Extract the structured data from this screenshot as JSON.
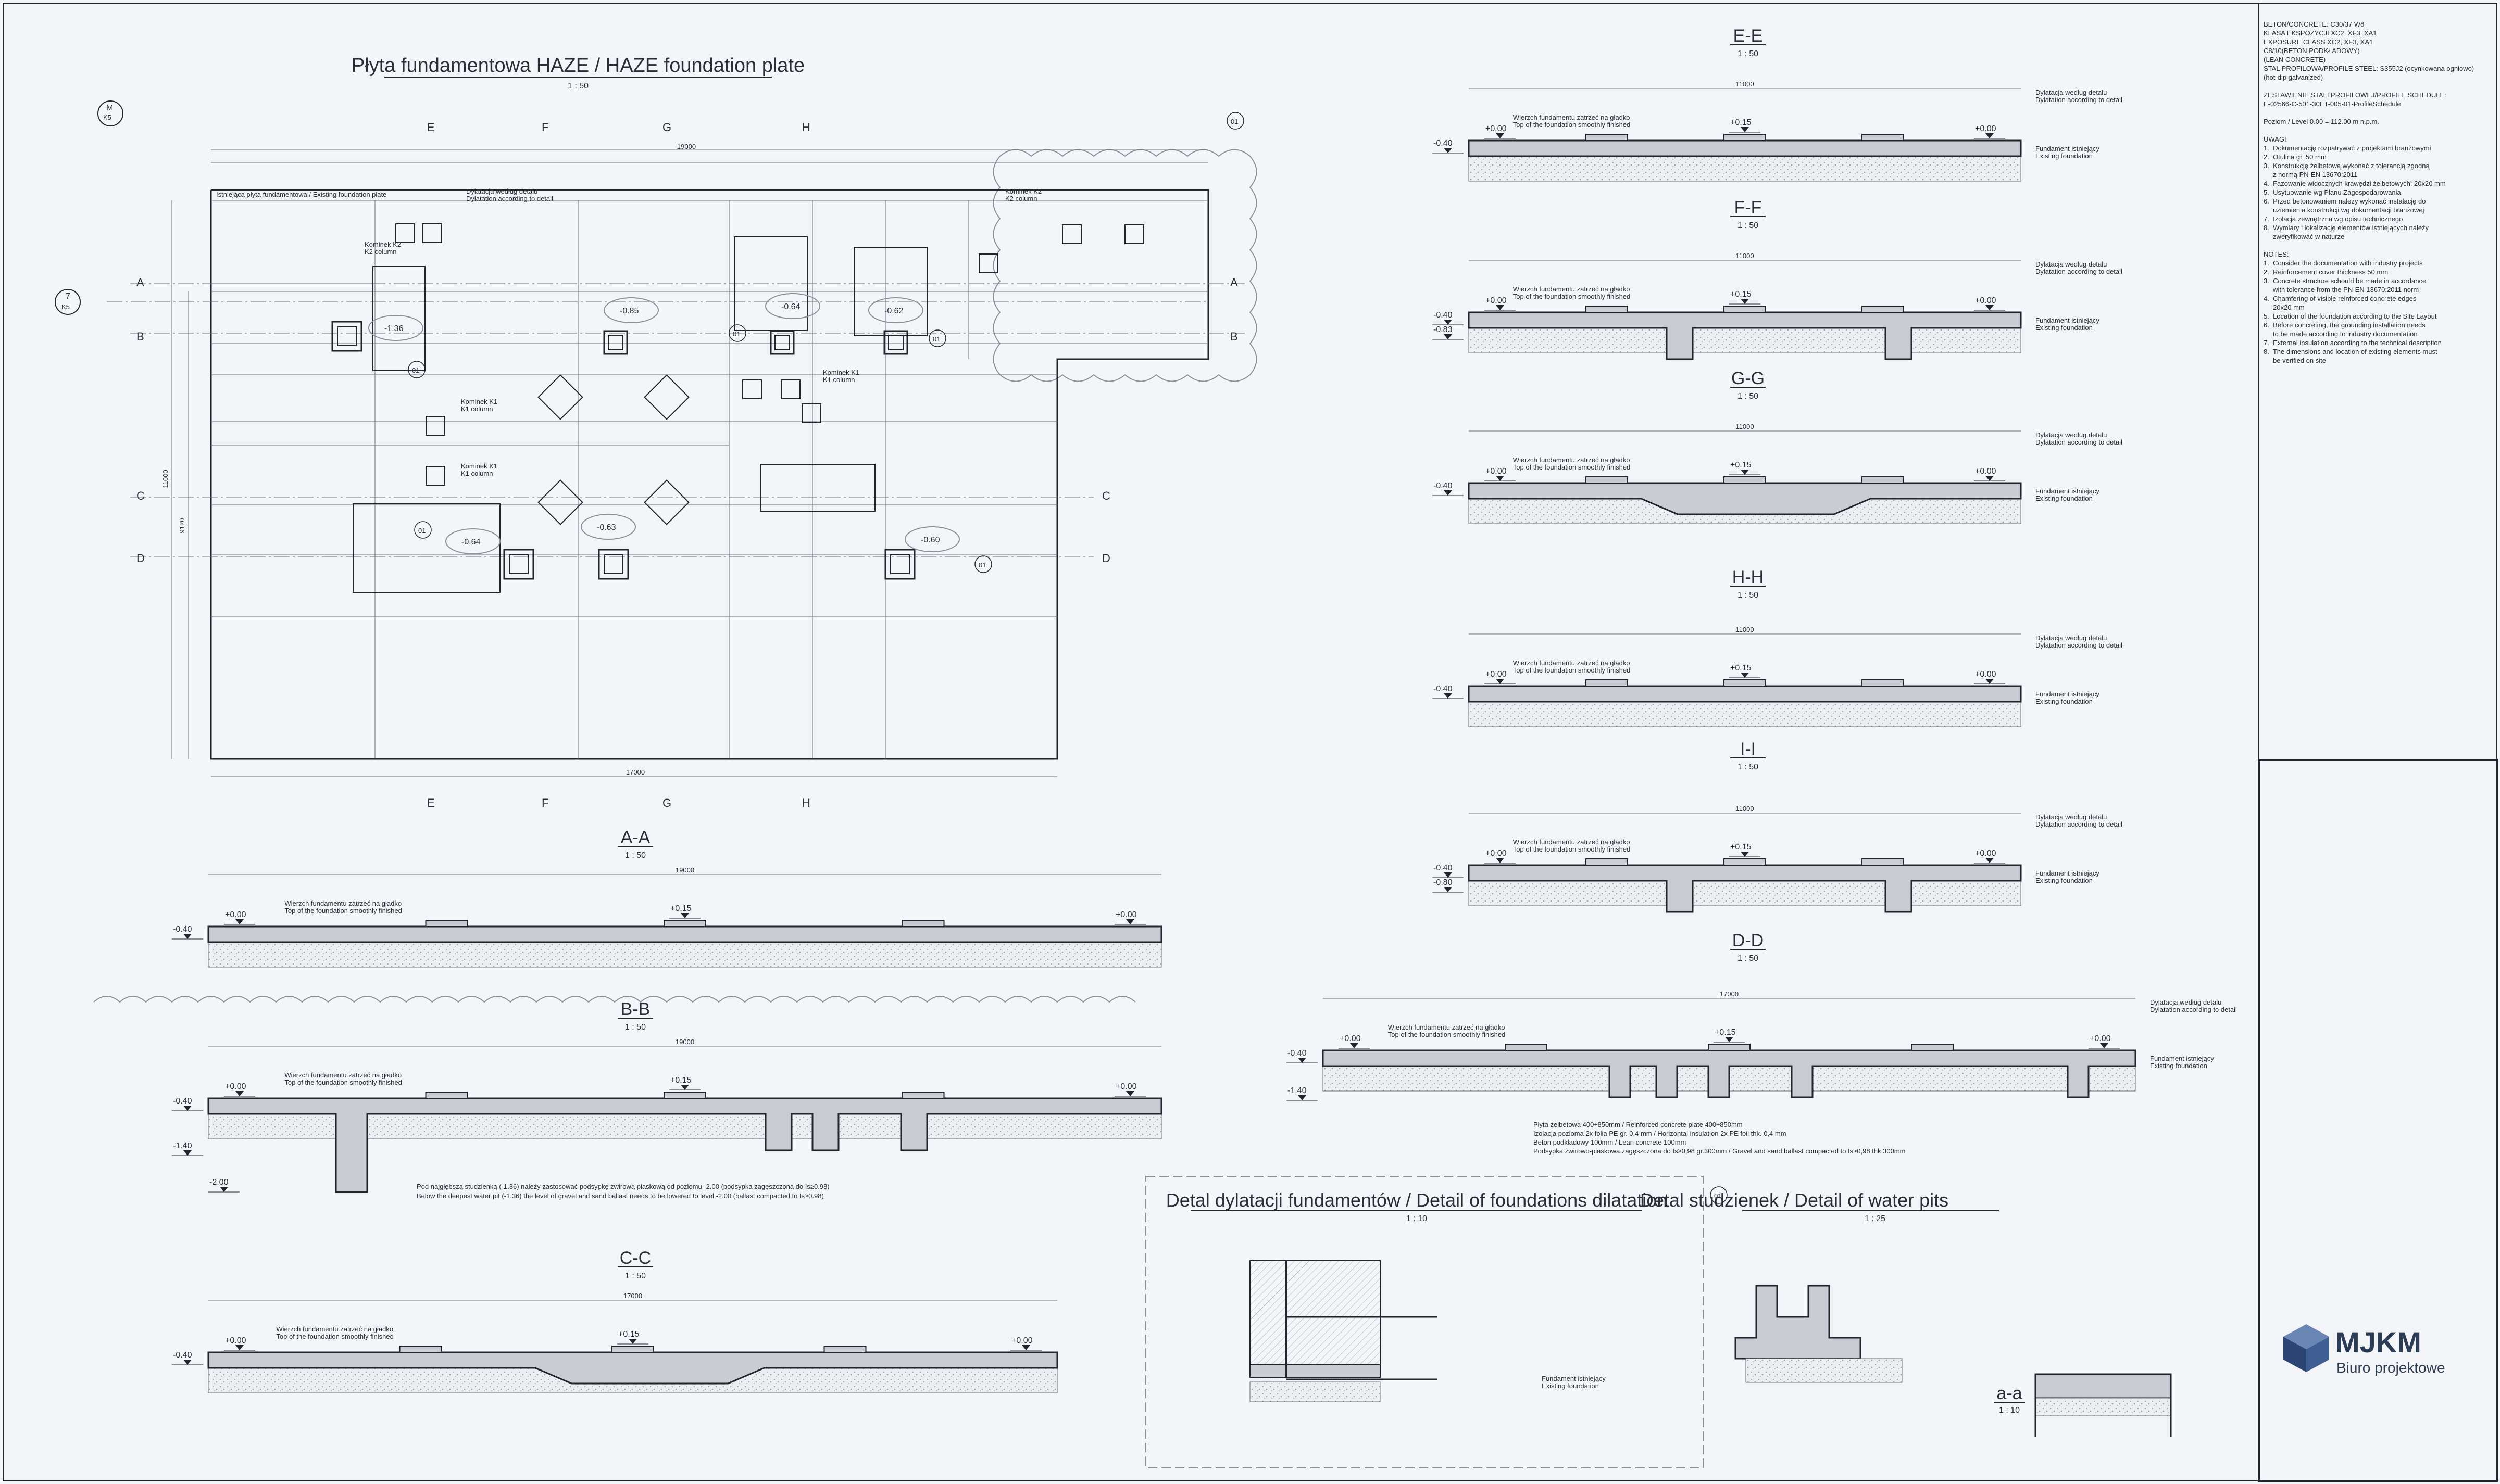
{
  "drawing": {
    "plan_title": "Płyta fundamentowa HAZE / HAZE foundation plate",
    "plan_scale": "1 : 50",
    "sections": [
      {
        "id": "A-A",
        "label": "A-A",
        "scale": "1 : 50"
      },
      {
        "id": "B-B",
        "label": "B-B",
        "scale": "1 : 50"
      },
      {
        "id": "C-C",
        "label": "C-C",
        "scale": "1 : 50"
      },
      {
        "id": "D-D",
        "label": "D-D",
        "scale": "1 : 50"
      },
      {
        "id": "E-E",
        "label": "E-E",
        "scale": "1 : 50"
      },
      {
        "id": "F-F",
        "label": "F-F",
        "scale": "1 : 50"
      },
      {
        "id": "G-G",
        "label": "G-G",
        "scale": "1 : 50"
      },
      {
        "id": "H-H",
        "label": "H-H",
        "scale": "1 : 50"
      },
      {
        "id": "I-I",
        "label": "I-I",
        "scale": "1 : 50"
      }
    ],
    "detail_dilatation_title": "Detal dylatacji fundamentów / Detail of foundations dilatation",
    "detail_dilatation_scale": "1 : 10",
    "detail_pits_title": "Detal studzienek / Detail of water pits",
    "detail_pits_scale": "1 : 25",
    "detail_aa_label": "a-a",
    "detail_aa_scale": "1 : 10",
    "levels": {
      "zero": "+0.00",
      "p015": "+0.15",
      "m040": "-0.40",
      "m083": "-0.83",
      "m080": "-0.80",
      "m140": "-1.40",
      "m200": "-2.00",
      "m136": "-1.36",
      "m085": "-0.85",
      "m064": "-0.64",
      "m062": "-0.62",
      "m063": "-0.63",
      "m060": "-0.60"
    },
    "surface_note_pl": "Wierzch fundamentu zatrzeć na gładko",
    "surface_note_en": "Top of the foundation smoothly finished",
    "dilatation_note_pl": "Dylatacja według detalu",
    "dilatation_note_en": "Dylatation according to detail",
    "existing_pl": "Fundament istniejący",
    "existing_en": "Existing foundation",
    "existing_plate": "Istniejąca płyta fundamentowa / Existing foundation plate",
    "chimney_k2": "Kominek K2",
    "column_k2": "K2 column",
    "chimney_k1": "Kominek K1",
    "column_k1": "K1 column",
    "detail_ref": "01",
    "axis_labels": [
      "A",
      "B",
      "C",
      "D"
    ],
    "axis_m": "M",
    "axis_k5": "K5",
    "axis_7": "7",
    "cut_labels": [
      "E",
      "F",
      "G",
      "H"
    ],
    "overall_dims": {
      "plan_w": "19000",
      "plan_w2": "17000",
      "plan_h": "11000",
      "plan_h2": "9120",
      "sec_w": "19000",
      "sec_w2": "17000",
      "sec_w3": "11000"
    },
    "layers_note": [
      "Płyta żelbetowa 400÷850mm / Reinforced concrete plate 400÷850mm",
      "Izolacja pozioma 2x folia PE gr. 0,4 mm / Horizontal insulation 2x PE foil thk. 0,4 mm",
      "Beton podkładowy 100mm / Lean concrete 100mm",
      "Podsypka żwirowo-piaskowa zagęszczona do Is≥0,98 gr.300mm / Gravel and sand ballast compacted to Is≥0,98 thk.300mm"
    ],
    "water_note": [
      "Pod najgłębszą studzienką (-1.36) należy zastosować podsypkę żwirową piaskową od poziomu -2.00 (podsypka zagęszczona do Is≥0.98)",
      "Below the deepest water pit (-1.36) the level of gravel and sand ballast needs to be lowered to level -2.00 (ballast compacted to Is≥0.98)"
    ]
  },
  "notes": [
    "BETON/CONCRETE: C30/37 W8",
    "KLASA EKSPOZYCJI XC2, XF3, XA1",
    "EXPOSURE CLASS XC2, XF3, XA1",
    "C8/10(BETON PODKŁADOWY)",
    "(LEAN CONCRETE)",
    "STAL PROFILOWA/PROFILE STEEL: S355J2 (ocynkowana ogniowo)",
    "(hot-dip galvanized)",
    "",
    "ZESTAWIENIE STALI PROFILOWEJ/PROFILE SCHEDULE:",
    "E-02566-C-501-30ET-005-01-ProfileSchedule",
    "",
    "Poziom / Level 0.00 = 112.00 m n.p.m.",
    "",
    "UWAGI:",
    "1.  Dokumentację rozpatrywać z projektami branżowymi",
    "2.  Otulina gr. 50 mm",
    "3.  Konstrukcję żelbetową wykonać z tolerancją zgodną",
    "     z normą PN-EN 13670:2011",
    "4.  Fazowanie widocznych krawędzi żelbetowych: 20x20 mm",
    "5.  Usytuowanie wg Planu Zagospodarowania",
    "6.  Przed betonowaniem należy wykonać instalację do",
    "     uziemienia konstrukcji wg dokumentacji branżowej",
    "7.  Izolacja zewnętrzna wg opisu technicznego",
    "8.  Wymiary i lokalizację elementów istniejących należy",
    "     zweryfikować w naturze",
    "",
    "NOTES:",
    "1.  Consider the documentation with industry projects",
    "2.  Reinforcement cover thickness 50 mm",
    "3.  Concrete structure schould be made in accordance",
    "     with tolerance from the PN-EN 13670:2011 norm",
    "4.  Chamfering of visible reinforced concrete edges",
    "     20x20 mm",
    "5.  Location of the foundation according to the Site Layout",
    "6.  Before concreting, the grounding installation needs",
    "     to be made according to industry documentation",
    "7.  External insulation according to the technical description",
    "8.  The dimensions and location of existing elements must",
    "     be verified on site"
  ],
  "logo": {
    "brand": "MJKM",
    "subtitle": "Biuro projektowe",
    "color": "#2b3d54"
  }
}
